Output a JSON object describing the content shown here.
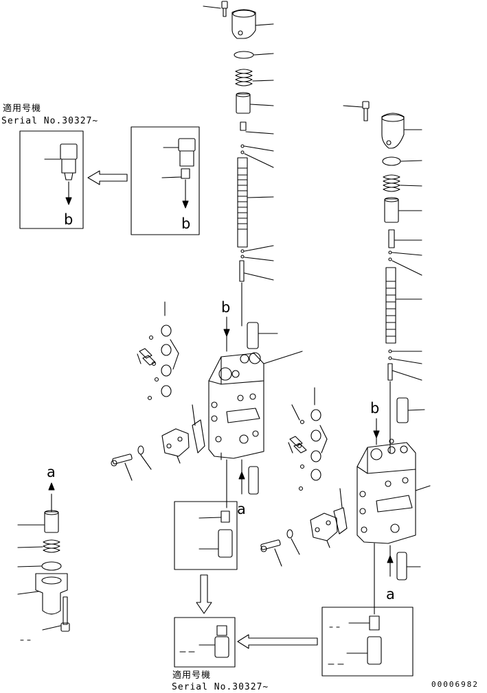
{
  "applicability_top_left": {
    "label": "適用号機",
    "serial": "Serial No.30327~"
  },
  "applicability_bottom": {
    "label": "適用号機",
    "serial": "Serial No.30327~"
  },
  "markers": {
    "b_inset_1": "b",
    "b_inset_2": "b",
    "b_center": "b",
    "b_right": "b",
    "a_left": "a",
    "a_center": "a",
    "a_right": "a"
  },
  "drawing_code": "00006982"
}
